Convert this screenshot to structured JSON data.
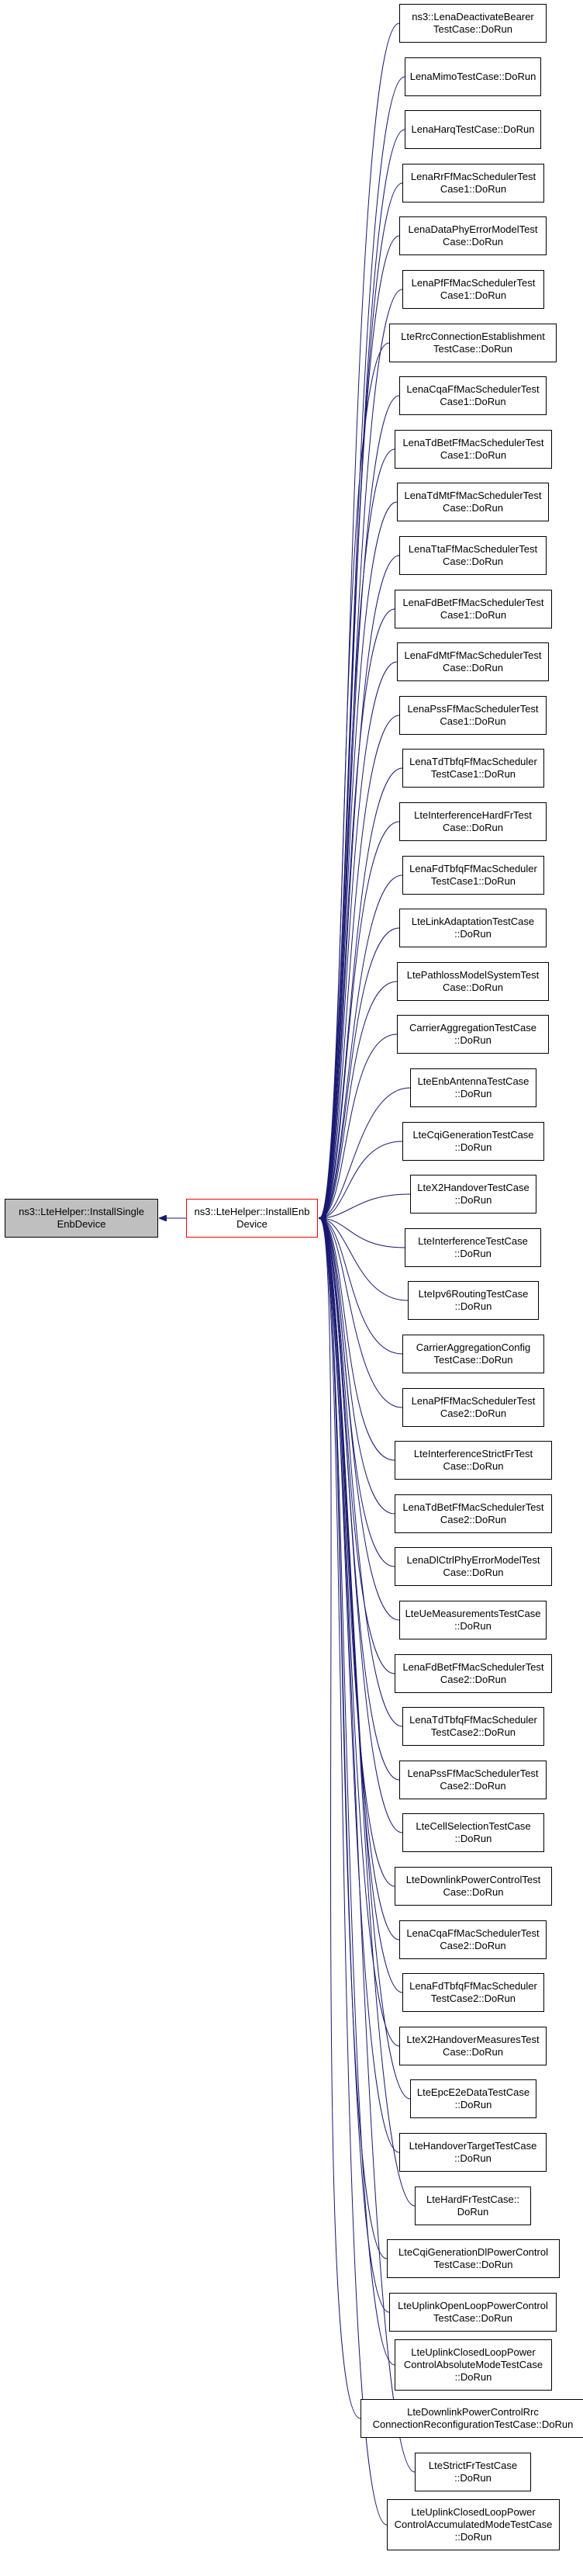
{
  "root": {
    "lines": [
      "ns3::LteHelper::InstallSingle",
      "EnbDevice"
    ]
  },
  "target": {
    "lines": [
      "ns3::LteHelper::InstallEnb",
      "Device"
    ]
  },
  "callers": [
    {
      "lines": [
        "ns3::LenaDeactivateBearer",
        "TestCase::DoRun"
      ]
    },
    {
      "lines": [
        "LenaMimoTestCase::DoRun"
      ]
    },
    {
      "lines": [
        "LenaHarqTestCase::DoRun"
      ]
    },
    {
      "lines": [
        "LenaRrFfMacSchedulerTest",
        "Case1::DoRun"
      ]
    },
    {
      "lines": [
        "LenaDataPhyErrorModelTest",
        "Case::DoRun"
      ]
    },
    {
      "lines": [
        "LenaPfFfMacSchedulerTest",
        "Case1::DoRun"
      ]
    },
    {
      "lines": [
        "LteRrcConnectionEstablishment",
        "TestCase::DoRun"
      ]
    },
    {
      "lines": [
        "LenaCqaFfMacSchedulerTest",
        "Case1::DoRun"
      ]
    },
    {
      "lines": [
        "LenaTdBetFfMacSchedulerTest",
        "Case1::DoRun"
      ]
    },
    {
      "lines": [
        "LenaTdMtFfMacSchedulerTest",
        "Case::DoRun"
      ]
    },
    {
      "lines": [
        "LenaTtaFfMacSchedulerTest",
        "Case::DoRun"
      ]
    },
    {
      "lines": [
        "LenaFdBetFfMacSchedulerTest",
        "Case1::DoRun"
      ]
    },
    {
      "lines": [
        "LenaFdMtFfMacSchedulerTest",
        "Case::DoRun"
      ]
    },
    {
      "lines": [
        "LenaPssFfMacSchedulerTest",
        "Case1::DoRun"
      ]
    },
    {
      "lines": [
        "LenaTdTbfqFfMacScheduler",
        "TestCase1::DoRun"
      ]
    },
    {
      "lines": [
        "LteInterferenceHardFrTest",
        "Case::DoRun"
      ]
    },
    {
      "lines": [
        "LenaFdTbfqFfMacScheduler",
        "TestCase1::DoRun"
      ]
    },
    {
      "lines": [
        "LteLinkAdaptationTestCase",
        "::DoRun"
      ]
    },
    {
      "lines": [
        "LtePathlossModelSystemTest",
        "Case::DoRun"
      ]
    },
    {
      "lines": [
        "CarrierAggregationTestCase",
        "::DoRun"
      ]
    },
    {
      "lines": [
        "LteEnbAntennaTestCase",
        "::DoRun"
      ]
    },
    {
      "lines": [
        "LteCqiGenerationTestCase",
        "::DoRun"
      ]
    },
    {
      "lines": [
        "LteX2HandoverTestCase",
        "::DoRun"
      ]
    },
    {
      "lines": [
        "LteInterferenceTestCase",
        "::DoRun"
      ]
    },
    {
      "lines": [
        "LteIpv6RoutingTestCase",
        "::DoRun"
      ]
    },
    {
      "lines": [
        "CarrierAggregationConfig",
        "TestCase::DoRun"
      ]
    },
    {
      "lines": [
        "LenaPfFfMacSchedulerTest",
        "Case2::DoRun"
      ]
    },
    {
      "lines": [
        "LteInterferenceStrictFrTest",
        "Case::DoRun"
      ]
    },
    {
      "lines": [
        "LenaTdBetFfMacSchedulerTest",
        "Case2::DoRun"
      ]
    },
    {
      "lines": [
        "LenaDlCtrlPhyErrorModelTest",
        "Case::DoRun"
      ]
    },
    {
      "lines": [
        "LteUeMeasurementsTestCase",
        "::DoRun"
      ]
    },
    {
      "lines": [
        "LenaFdBetFfMacSchedulerTest",
        "Case2::DoRun"
      ]
    },
    {
      "lines": [
        "LenaTdTbfqFfMacScheduler",
        "TestCase2::DoRun"
      ]
    },
    {
      "lines": [
        "LenaPssFfMacSchedulerTest",
        "Case2::DoRun"
      ]
    },
    {
      "lines": [
        "LteCellSelectionTestCase",
        "::DoRun"
      ]
    },
    {
      "lines": [
        "LteDownlinkPowerControlTest",
        "Case::DoRun"
      ]
    },
    {
      "lines": [
        "LenaCqaFfMacSchedulerTest",
        "Case2::DoRun"
      ]
    },
    {
      "lines": [
        "LenaFdTbfqFfMacScheduler",
        "TestCase2::DoRun"
      ]
    },
    {
      "lines": [
        "LteX2HandoverMeasuresTest",
        "Case::DoRun"
      ]
    },
    {
      "lines": [
        "LteEpcE2eDataTestCase",
        "::DoRun"
      ]
    },
    {
      "lines": [
        "LteHandoverTargetTestCase",
        "::DoRun"
      ]
    },
    {
      "lines": [
        "LteHardFrTestCase::",
        "DoRun"
      ]
    },
    {
      "lines": [
        "LteCqiGenerationDlPowerControl",
        "TestCase::DoRun"
      ]
    },
    {
      "lines": [
        "LteUplinkOpenLoopPowerControl",
        "TestCase::DoRun"
      ]
    },
    {
      "lines": [
        "LteUplinkClosedLoopPower",
        "ControlAbsoluteModeTestCase",
        "::DoRun"
      ]
    },
    {
      "lines": [
        "LteDownlinkPowerControlRrc",
        "ConnectionReconfigurationTestCase::DoRun"
      ]
    },
    {
      "lines": [
        "LteStrictFrTestCase",
        "::DoRun"
      ]
    },
    {
      "lines": [
        "LteUplinkClosedLoopPower",
        "ControlAccumulatedModeTestCase",
        "::DoRun"
      ]
    }
  ],
  "colors": {
    "edge": "#191970",
    "target_border": "#ff0000",
    "root_fill": "#bfbfbf",
    "node_border": "#000000"
  }
}
